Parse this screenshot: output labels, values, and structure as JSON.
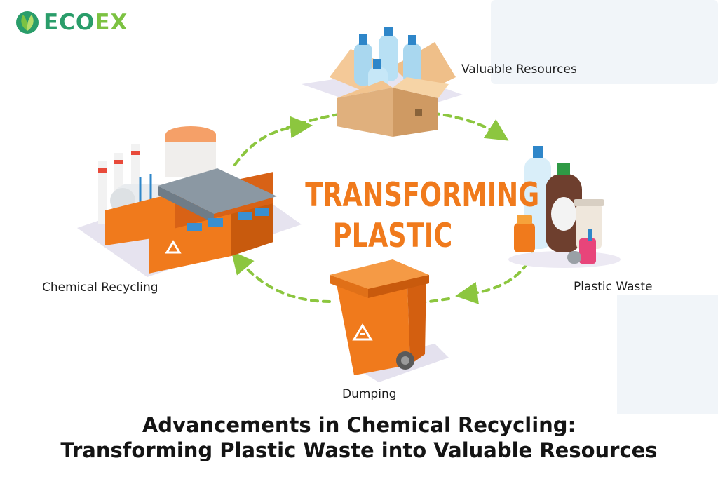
{
  "brand": {
    "part1": "ECO",
    "part2": "EX"
  },
  "center_title": {
    "line1": "TRANSFORMING",
    "line2": "PLASTIC"
  },
  "cycle": {
    "stages": [
      {
        "label": "Valuable Resources"
      },
      {
        "label": "Plastic Waste"
      },
      {
        "label": "Dumping"
      },
      {
        "label": "Chemical Recycling"
      }
    ]
  },
  "caption": {
    "line1": "Advancements in Chemical Recycling:",
    "line2": "Transforming Plastic Waste into Valuable Resources"
  },
  "colors": {
    "accent": "#f07a1c",
    "arrow": "#8cc63f",
    "brand_dark": "#2a9d6a",
    "brand_light": "#7cc242"
  }
}
